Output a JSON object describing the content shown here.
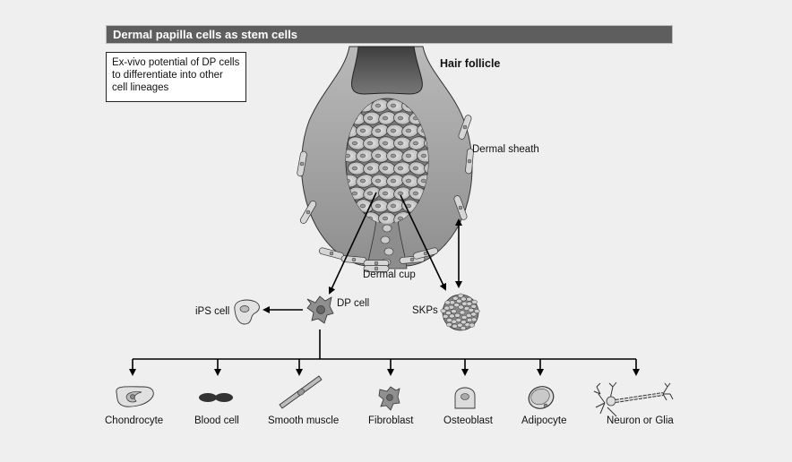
{
  "header": {
    "title": "Dermal papilla cells as stem cells"
  },
  "info_box": {
    "lines": [
      "Ex-vivo potential of DP cells",
      "to differentiate into other",
      "cell lineages"
    ]
  },
  "labels": {
    "hair_follicle": "Hair follicle",
    "dermal_sheath": "Dermal sheath",
    "dermal_cup": "Dermal cup",
    "dp_cell": "DP cell",
    "ips_cell": "iPS cell",
    "skps": "SKPs"
  },
  "lineages": [
    {
      "label": "Chondrocyte",
      "icon": "chondrocyte-icon"
    },
    {
      "label": "Blood cell",
      "icon": "blood-cell-icon"
    },
    {
      "label": "Smooth muscle",
      "icon": "smooth-muscle-icon"
    },
    {
      "label": "Fibroblast",
      "icon": "fibroblast-icon"
    },
    {
      "label": "Osteoblast",
      "icon": "osteoblast-icon"
    },
    {
      "label": "Adipocyte",
      "icon": "adipocyte-icon"
    },
    {
      "label": "Neuron or Glia",
      "icon": "neuron-icon"
    }
  ],
  "colors": {
    "header_bg": "#5e5e5e",
    "background": "#efefef",
    "follicle_fill": "#a9a9a9",
    "hair_shaft": "#555555",
    "cell_fill": "#d4d4d4"
  }
}
